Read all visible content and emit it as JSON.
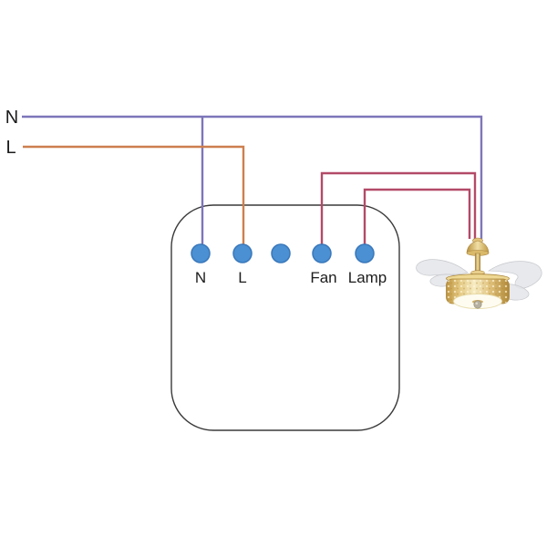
{
  "supply": {
    "neutral_label": "N",
    "live_label": "L"
  },
  "module": {
    "terminals": [
      {
        "label": "N"
      },
      {
        "label": "L"
      },
      {
        "label": ""
      },
      {
        "label": "Fan"
      },
      {
        "label": "Lamp"
      }
    ]
  },
  "icons": {
    "load": "ceiling-fan-with-lamp-illustration"
  },
  "colors": {
    "neutral_wire": "#7d76b9",
    "live_wire": "#cd7f4e",
    "load_wire": "#b34a68",
    "terminal_fill": "#4a90d2",
    "terminal_stroke": "#3a78bb",
    "module_outline": "#3a3a3a",
    "label_text": "#1c1c1c",
    "fan_gold": "#c9a24f"
  }
}
